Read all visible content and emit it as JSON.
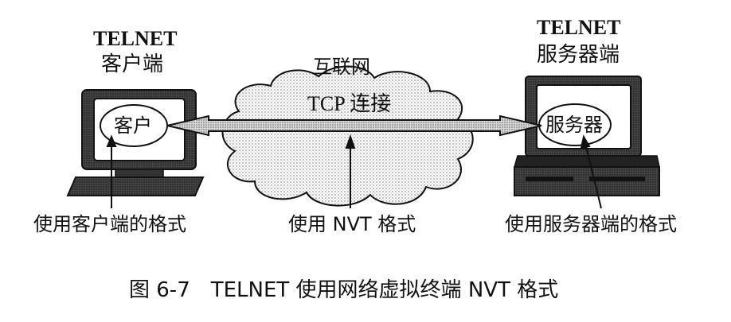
{
  "client": {
    "title_line1": "TELNET",
    "title_line2": "客户端",
    "screen_label": "客户",
    "caption": "使用客户端的格式"
  },
  "network": {
    "cloud_label": "互联网",
    "connection_label": "TCP 连接",
    "caption": "使用 NVT 格式"
  },
  "server": {
    "title_line1": "TELNET",
    "title_line2": "服务器端",
    "screen_label": "服务器",
    "caption": "使用服务器端的格式"
  },
  "figure": {
    "caption": "图 6-7　TELNET 使用网络虚拟终端 NVT 格式"
  }
}
